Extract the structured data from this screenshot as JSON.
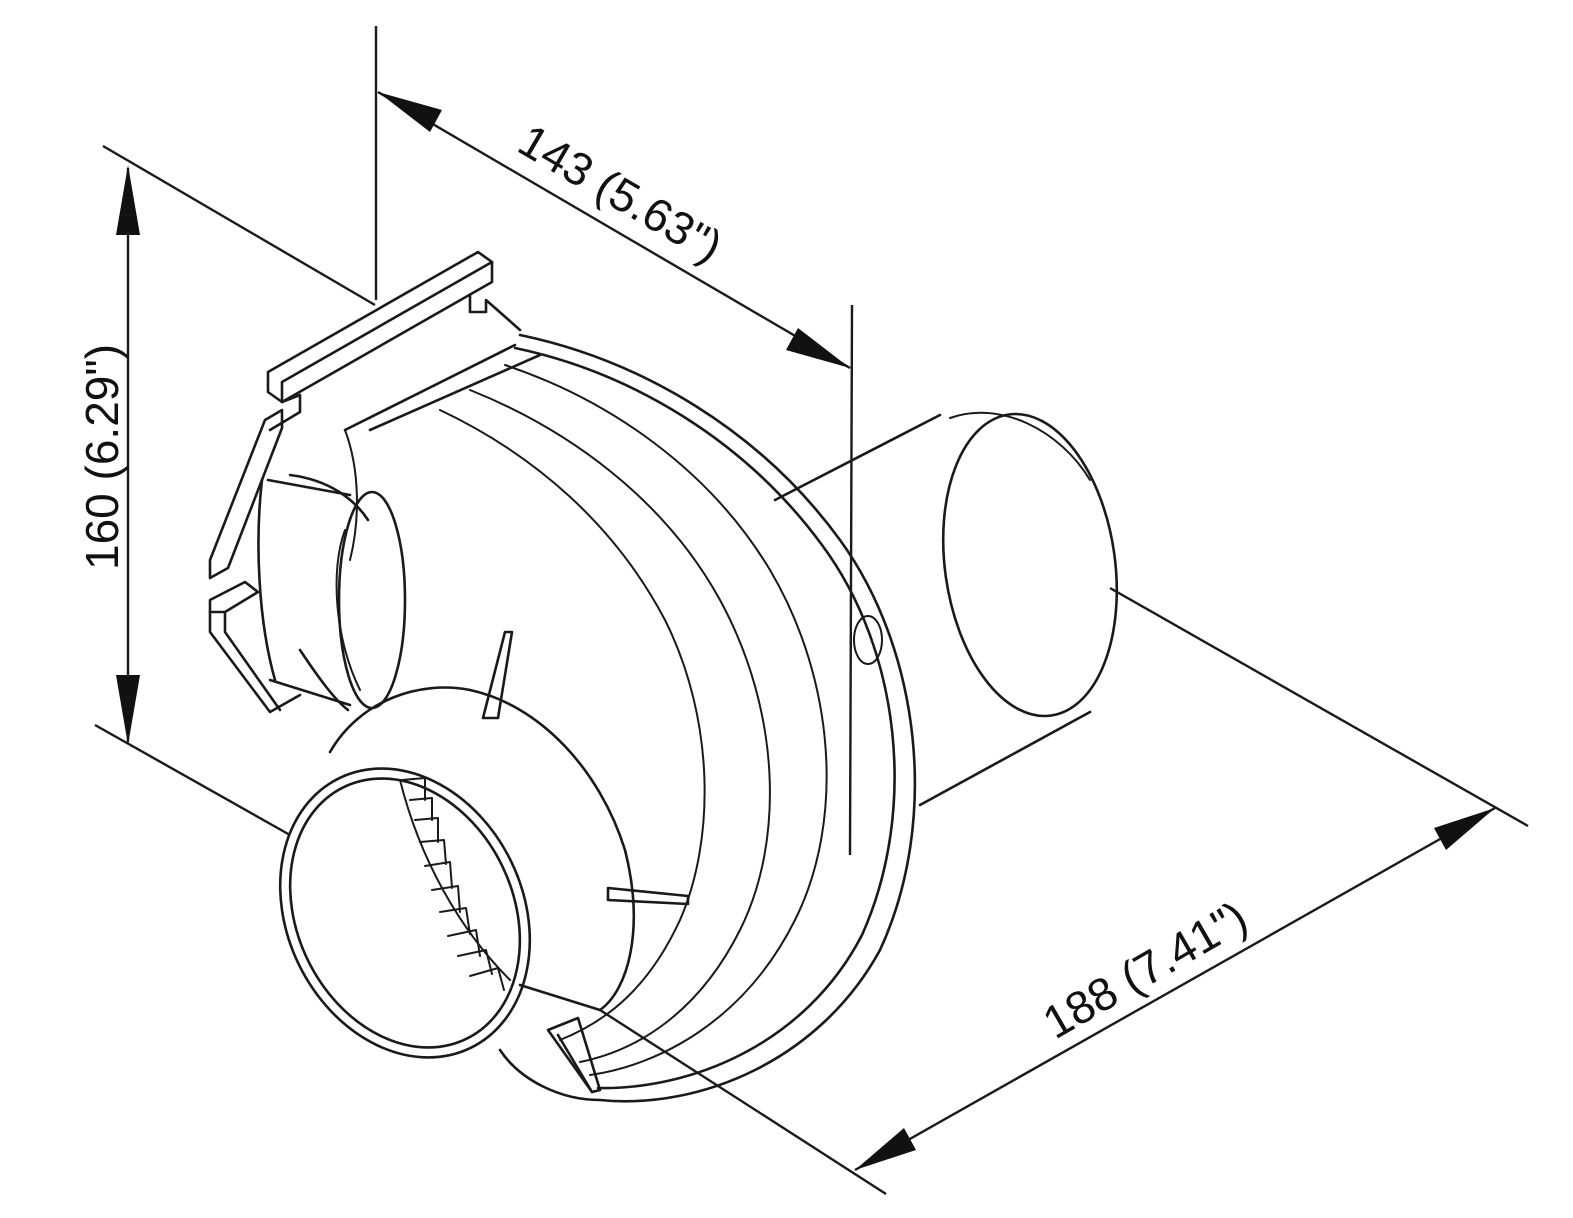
{
  "dimensions": {
    "depth": "143 (5.63\")",
    "height": "160 (6.29\")",
    "length": "188 (7.41\")"
  },
  "colors": {
    "background": "#ffffff",
    "line": "#1a1a1a"
  }
}
